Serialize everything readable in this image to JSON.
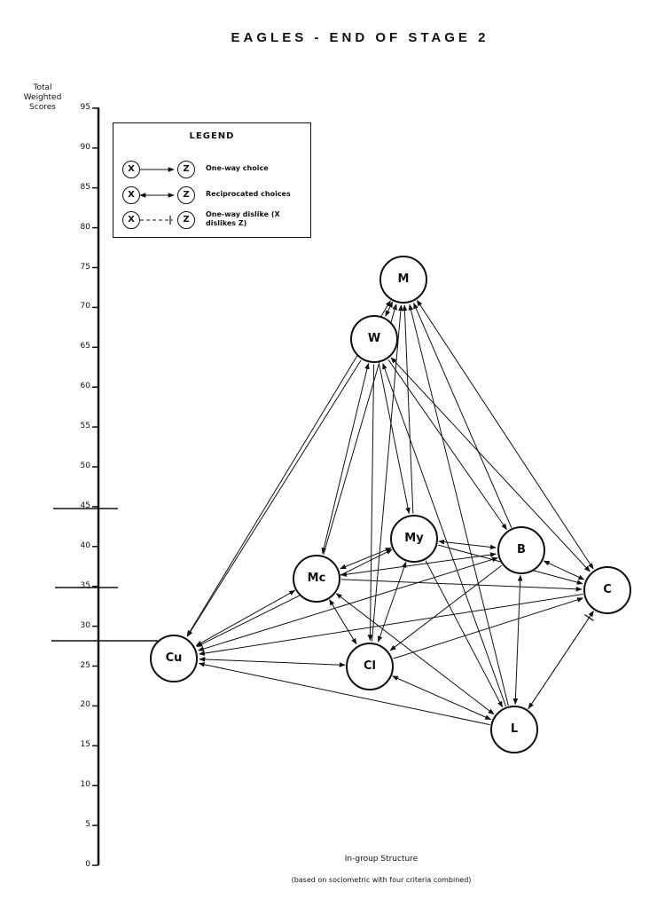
{
  "title": "EAGLES - END OF STAGE 2",
  "y_axis": {
    "label": "Total Weighted Scores",
    "ticks": [
      "95",
      "90",
      "85",
      "80",
      "75",
      "70",
      "65",
      "60",
      "55",
      "50",
      "45",
      "40",
      "35",
      "30",
      "25",
      "20",
      "15",
      "10",
      "5",
      "0"
    ]
  },
  "legend": {
    "title": "LEGEND",
    "items": [
      {
        "from": "X",
        "to": "Z",
        "label": "One-way choice",
        "style": "one-way"
      },
      {
        "from": "X",
        "to": "Z",
        "label": "Reciprocated choices",
        "style": "reciprocated"
      },
      {
        "from": "X",
        "to": "Z",
        "label": "One-way dislike (X dislikes Z)",
        "style": "dislike"
      }
    ]
  },
  "nodes": [
    {
      "id": "M",
      "label": "M",
      "score": 73.5
    },
    {
      "id": "W",
      "label": "W",
      "score": 66
    },
    {
      "id": "My",
      "label": "My",
      "score": 41
    },
    {
      "id": "B",
      "label": "B",
      "score": 39.5
    },
    {
      "id": "Mc",
      "label": "Mc",
      "score": 36
    },
    {
      "id": "C",
      "label": "C",
      "score": 34.5
    },
    {
      "id": "Cu",
      "label": "Cu",
      "score": 26
    },
    {
      "id": "Cl",
      "label": "Cl",
      "score": 25
    },
    {
      "id": "L",
      "label": "L",
      "score": 17
    }
  ],
  "edges": [
    {
      "from": "M",
      "to": "W",
      "type": "reciprocated"
    },
    {
      "from": "M",
      "to": "Cu",
      "type": "reciprocated"
    },
    {
      "from": "M",
      "to": "C",
      "type": "reciprocated"
    },
    {
      "from": "Cl",
      "to": "M",
      "type": "one-way"
    },
    {
      "from": "My",
      "to": "M",
      "type": "one-way"
    },
    {
      "from": "B",
      "to": "M",
      "type": "one-way"
    },
    {
      "from": "L",
      "to": "M",
      "type": "one-way"
    },
    {
      "from": "Mc",
      "to": "M",
      "type": "one-way"
    },
    {
      "from": "W",
      "to": "Mc",
      "type": "reciprocated"
    },
    {
      "from": "W",
      "to": "Cu",
      "type": "one-way"
    },
    {
      "from": "W",
      "to": "My",
      "type": "one-way"
    },
    {
      "from": "W",
      "to": "B",
      "type": "one-way"
    },
    {
      "from": "W",
      "to": "C",
      "type": "reciprocated"
    },
    {
      "from": "W",
      "to": "Cl",
      "type": "one-way"
    },
    {
      "from": "L",
      "to": "W",
      "type": "one-way"
    },
    {
      "from": "My",
      "to": "Mc",
      "type": "reciprocated"
    },
    {
      "from": "My",
      "to": "B",
      "type": "reciprocated"
    },
    {
      "from": "My",
      "to": "Cu",
      "type": "reciprocated"
    },
    {
      "from": "My",
      "to": "Cl",
      "type": "reciprocated"
    },
    {
      "from": "My",
      "to": "C",
      "type": "one-way"
    },
    {
      "from": "My",
      "to": "L",
      "type": "one-way"
    },
    {
      "from": "Mc",
      "to": "B",
      "type": "reciprocated"
    },
    {
      "from": "Mc",
      "to": "Cu",
      "type": "reciprocated"
    },
    {
      "from": "Mc",
      "to": "Cl",
      "type": "reciprocated"
    },
    {
      "from": "Mc",
      "to": "C",
      "type": "one-way"
    },
    {
      "from": "Mc",
      "to": "L",
      "type": "reciprocated"
    },
    {
      "from": "B",
      "to": "C",
      "type": "reciprocated"
    },
    {
      "from": "B",
      "to": "Cu",
      "type": "reciprocated"
    },
    {
      "from": "B",
      "to": "Cl",
      "type": "one-way"
    },
    {
      "from": "B",
      "to": "L",
      "type": "reciprocated"
    },
    {
      "from": "C",
      "to": "Cu",
      "type": "one-way"
    },
    {
      "from": "C",
      "to": "L",
      "type": "reciprocated"
    },
    {
      "from": "L",
      "to": "C",
      "type": "dislike"
    },
    {
      "from": "Cl",
      "to": "Cu",
      "type": "reciprocated"
    },
    {
      "from": "Cl",
      "to": "L",
      "type": "reciprocated"
    },
    {
      "from": "Cl",
      "to": "C",
      "type": "one-way"
    },
    {
      "from": "L",
      "to": "Cu",
      "type": "one-way"
    }
  ],
  "caption": {
    "line1": "In-group Structure",
    "line2": "(based on sociometric with four criteria combined)"
  }
}
